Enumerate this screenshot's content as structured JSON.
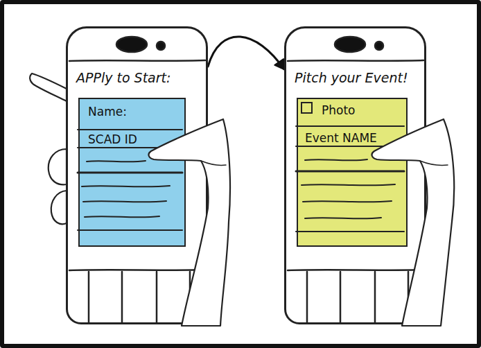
{
  "diagram": {
    "nodes": [
      {
        "text": [
          "APPly to Start:"
        ]
      },
      {
        "text": [
          "Name:",
          "SCAD ID"
        ],
        "in": 0
      },
      {
        "text": [
          "Pitch your Event!"
        ]
      },
      {
        "text": [
          "Photo",
          "Event NAME"
        ],
        "in": 2
      }
    ],
    "edges": [
      {
        "from": 0,
        "to": 2,
        "arrow": "to"
      }
    ]
  }
}
